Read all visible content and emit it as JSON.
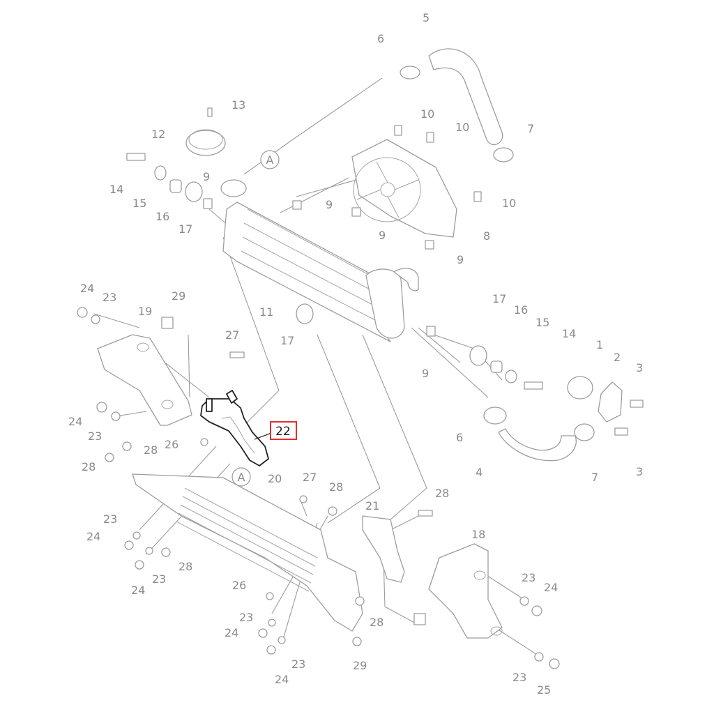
{
  "diagram": {
    "highlight": {
      "part_number": "22",
      "box_color": "#e03030"
    },
    "reference_marks": [
      "A",
      "A"
    ],
    "callouts": [
      "1",
      "2",
      "3",
      "3",
      "4",
      "5",
      "6",
      "6",
      "7",
      "7",
      "8",
      "9",
      "9",
      "9",
      "9",
      "9",
      "10",
      "10",
      "10",
      "11",
      "12",
      "13",
      "14",
      "14",
      "15",
      "15",
      "16",
      "16",
      "17",
      "17",
      "17",
      "18",
      "19",
      "20",
      "21",
      "23",
      "23",
      "23",
      "23",
      "23",
      "23",
      "23",
      "23",
      "24",
      "24",
      "24",
      "24",
      "24",
      "24",
      "24",
      "25",
      "26",
      "26",
      "27",
      "27",
      "28",
      "28",
      "28",
      "28",
      "28",
      "28",
      "29",
      "29"
    ]
  }
}
